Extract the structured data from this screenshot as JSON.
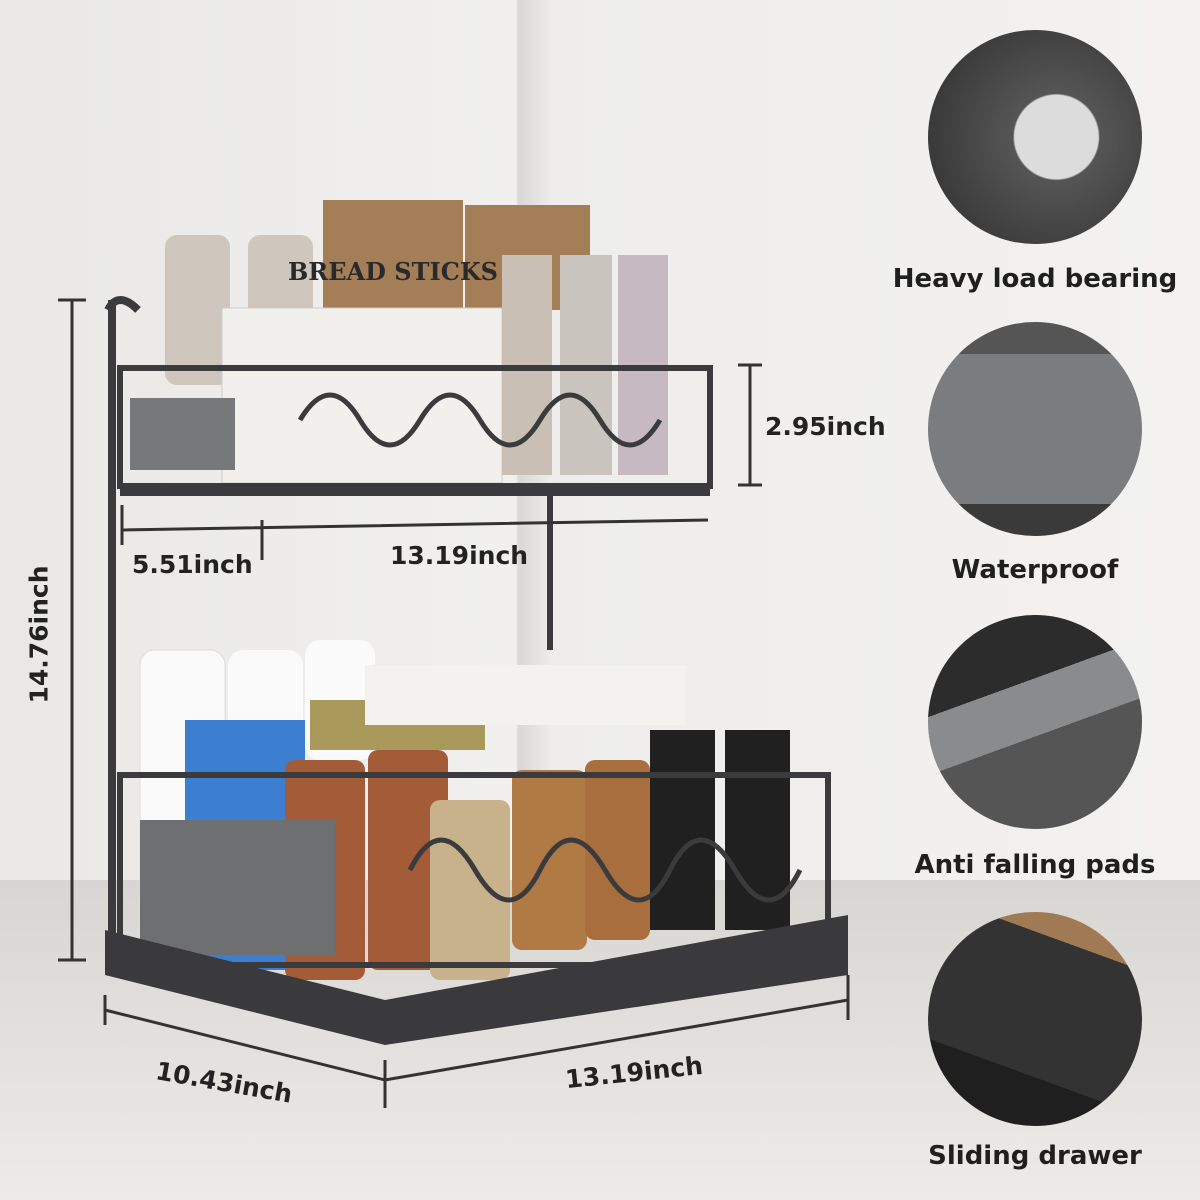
{
  "dimensions": {
    "tier_height": "2.95inch",
    "top_depth": "5.51inch",
    "top_width": "13.19inch",
    "total_height": "14.76inch",
    "bottom_depth": "10.43inch",
    "bottom_width": "13.19inch"
  },
  "product_text": {
    "bread_bag": "BREAD STICKS"
  },
  "features": [
    {
      "label": "Heavy load bearing",
      "icon": "plates-in-rack"
    },
    {
      "label": "Waterproof",
      "icon": "water-drops-panel"
    },
    {
      "label": "Anti falling pads",
      "icon": "rack-edge"
    },
    {
      "label": "Sliding drawer",
      "icon": "drawer-slide"
    }
  ],
  "colors": {
    "rack": "#3b3b3d",
    "panel": "#77787a",
    "text": "#222222"
  }
}
